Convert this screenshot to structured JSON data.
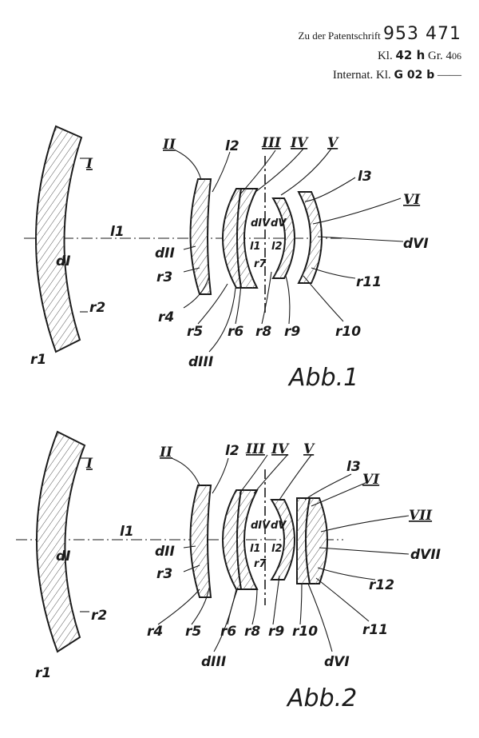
{
  "header": {
    "line1_text": "Zu der Patentschrift",
    "line1_number": "953 471",
    "line2_prefix": "Kl.",
    "line2_class": "42 h",
    "line2_group": "Gr. 4",
    "line2_sub": "06",
    "line3_prefix": "Internat. Kl.",
    "line3_class": "G 02 b",
    "line3_dash": "——"
  },
  "fig1": {
    "caption": "Abb.1",
    "labels": {
      "I": "I",
      "II": "II",
      "III": "III",
      "IV": "IV",
      "V": "V",
      "VI": "VI",
      "l1": "l1",
      "l2": "l2",
      "l3": "l3",
      "l1_in": "l1",
      "l2_in": "l2",
      "dI": "dI",
      "dII": "dII",
      "dIII": "dIII",
      "dIV": "dIV",
      "dV": "dV",
      "dVI": "dVI",
      "r1": "r1",
      "r2": "r2",
      "r3": "r3",
      "r4": "r4",
      "r5": "r5",
      "r6": "r6",
      "r7": "r7",
      "r8": "r8",
      "r9": "r9",
      "r10": "r10",
      "r11": "r11"
    }
  },
  "fig2": {
    "caption": "Abb.2",
    "labels": {
      "I": "I",
      "II": "II",
      "III": "III",
      "IV": "IV",
      "V": "V",
      "VI": "VI",
      "VII": "VII",
      "l1": "l1",
      "l2": "l2",
      "l3": "l3",
      "l1_in": "l1",
      "l2_in": "l2",
      "dI": "dI",
      "dII": "dII",
      "dIII": "dIII",
      "dIV": "dIV",
      "dV": "dV",
      "dVI": "dVI",
      "dVII": "dVII",
      "r1": "r1",
      "r2": "r2",
      "r3": "r3",
      "r4": "r4",
      "r5": "r5",
      "r6": "r6",
      "r7": "r7",
      "r8": "r8",
      "r9": "r9",
      "r10": "r10",
      "r11": "r11",
      "r12": "r12"
    }
  }
}
